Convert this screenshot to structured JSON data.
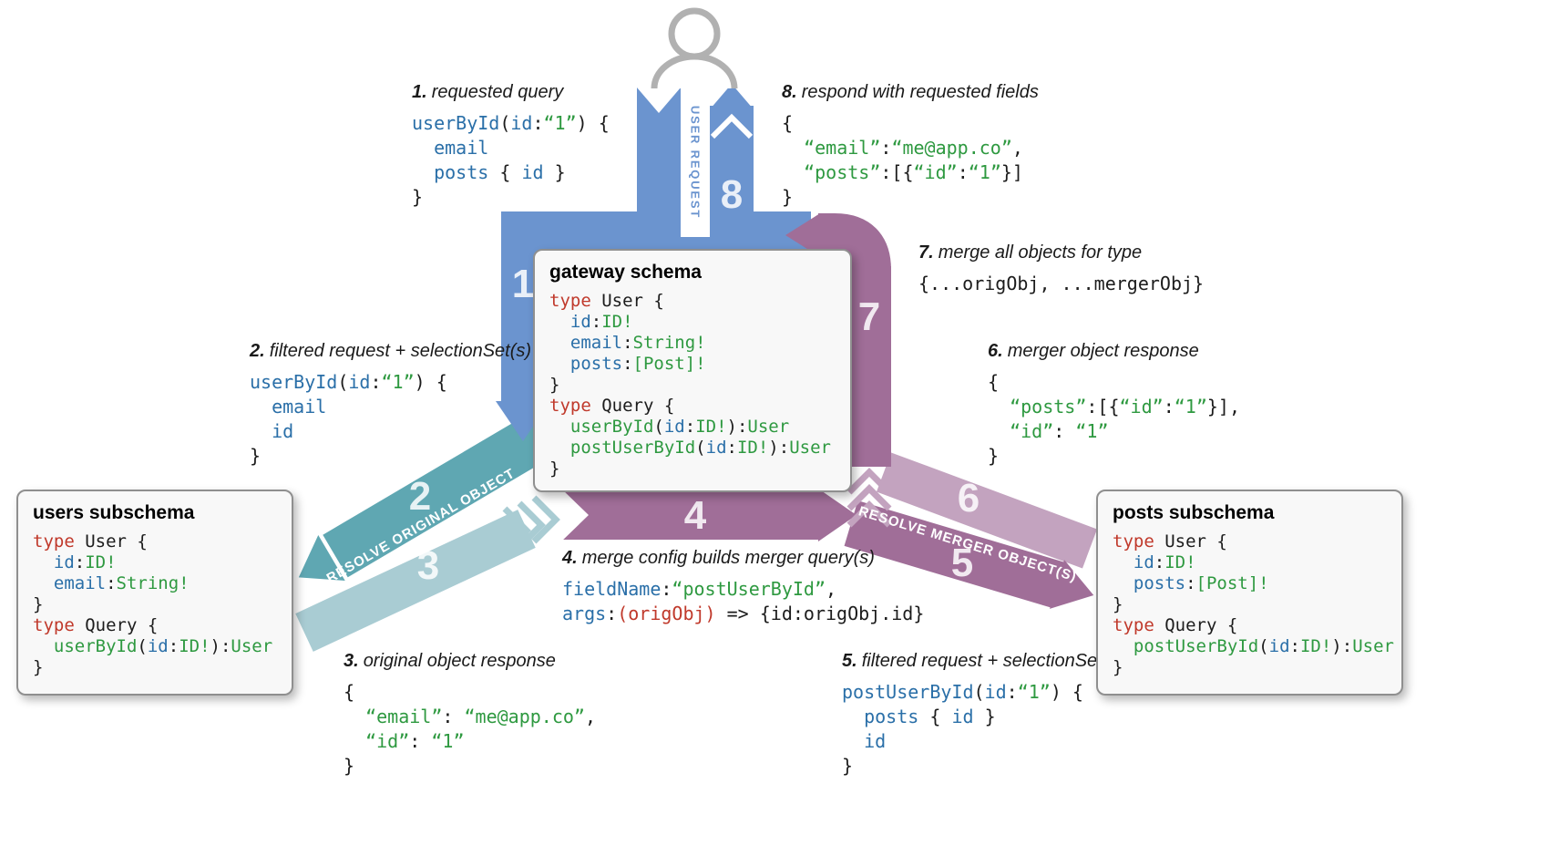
{
  "steps": [
    "1",
    "2",
    "3",
    "4",
    "5",
    "6",
    "7",
    "8"
  ],
  "band_labels": {
    "user_request": "USER REQUEST",
    "resolve_original": "RESOLVE ORIGINAL OBJECT",
    "resolve_merger": "RESOLVE MERGER OBJECT(S)"
  },
  "colors": {
    "blue_band": "#6b94cf",
    "teal_band": "#5fa7b2",
    "teal_band_light": "#a9ccd3",
    "purple_band": "#a06e98",
    "purple_band_light": "#c3a3bf",
    "code_blue": "#2a6fa8",
    "code_green": "#2e9940",
    "code_red": "#c0392b"
  },
  "gateway": {
    "title": "gateway schema",
    "code": [
      [
        [
          "r",
          "type"
        ],
        [
          "k",
          " User {"
        ]
      ],
      [
        [
          "k",
          "  "
        ],
        [
          "b",
          "id"
        ],
        [
          "k",
          ":"
        ],
        [
          "g",
          "ID!"
        ]
      ],
      [
        [
          "k",
          "  "
        ],
        [
          "b",
          "email"
        ],
        [
          "k",
          ":"
        ],
        [
          "g",
          "String!"
        ]
      ],
      [
        [
          "k",
          "  "
        ],
        [
          "b",
          "posts"
        ],
        [
          "k",
          ":"
        ],
        [
          "g",
          "[Post]!"
        ]
      ],
      [
        [
          "k",
          "}"
        ]
      ],
      [
        [
          "r",
          "type"
        ],
        [
          "k",
          " Query {"
        ]
      ],
      [
        [
          "k",
          "  "
        ],
        [
          "g",
          "userById"
        ],
        [
          "k",
          "("
        ],
        [
          "b",
          "id"
        ],
        [
          "k",
          ":"
        ],
        [
          "g",
          "ID!"
        ],
        [
          "k",
          "):"
        ],
        [
          "g",
          "User"
        ]
      ],
      [
        [
          "k",
          "  "
        ],
        [
          "g",
          "postUserById"
        ],
        [
          "k",
          "("
        ],
        [
          "b",
          "id"
        ],
        [
          "k",
          ":"
        ],
        [
          "g",
          "ID!"
        ],
        [
          "k",
          "):"
        ],
        [
          "g",
          "User"
        ]
      ],
      [
        [
          "k",
          "}"
        ]
      ]
    ]
  },
  "users_subschema": {
    "title": "users subschema",
    "code": [
      [
        [
          "r",
          "type"
        ],
        [
          "k",
          " User {"
        ]
      ],
      [
        [
          "k",
          "  "
        ],
        [
          "b",
          "id"
        ],
        [
          "k",
          ":"
        ],
        [
          "g",
          "ID!"
        ]
      ],
      [
        [
          "k",
          "  "
        ],
        [
          "b",
          "email"
        ],
        [
          "k",
          ":"
        ],
        [
          "g",
          "String!"
        ]
      ],
      [
        [
          "k",
          "}"
        ]
      ],
      [
        [
          "r",
          "type"
        ],
        [
          "k",
          " Query {"
        ]
      ],
      [
        [
          "k",
          "  "
        ],
        [
          "g",
          "userById"
        ],
        [
          "k",
          "("
        ],
        [
          "b",
          "id"
        ],
        [
          "k",
          ":"
        ],
        [
          "g",
          "ID!"
        ],
        [
          "k",
          "):"
        ],
        [
          "g",
          "User"
        ]
      ],
      [
        [
          "k",
          "}"
        ]
      ]
    ]
  },
  "posts_subschema": {
    "title": "posts subschema",
    "code": [
      [
        [
          "r",
          "type"
        ],
        [
          "k",
          " User {"
        ]
      ],
      [
        [
          "k",
          "  "
        ],
        [
          "b",
          "id"
        ],
        [
          "k",
          ":"
        ],
        [
          "g",
          "ID!"
        ]
      ],
      [
        [
          "k",
          "  "
        ],
        [
          "b",
          "posts"
        ],
        [
          "k",
          ":"
        ],
        [
          "g",
          "[Post]!"
        ]
      ],
      [
        [
          "k",
          "}"
        ]
      ],
      [
        [
          "r",
          "type"
        ],
        [
          "k",
          " Query {"
        ]
      ],
      [
        [
          "k",
          "  "
        ],
        [
          "g",
          "postUserById"
        ],
        [
          "k",
          "("
        ],
        [
          "b",
          "id"
        ],
        [
          "k",
          ":"
        ],
        [
          "g",
          "ID!"
        ],
        [
          "k",
          "):"
        ],
        [
          "g",
          "User"
        ]
      ],
      [
        [
          "k",
          "}"
        ]
      ]
    ]
  },
  "annotations": [
    {
      "num": "1.",
      "label": "requested query",
      "code": [
        [
          [
            "b",
            "userById"
          ],
          [
            "k",
            "("
          ],
          [
            "b",
            "id"
          ],
          [
            "k",
            ":"
          ],
          [
            "g",
            "“1”"
          ],
          [
            "k",
            ") {"
          ]
        ],
        [
          [
            "k",
            "  "
          ],
          [
            "b",
            "email"
          ]
        ],
        [
          [
            "k",
            "  "
          ],
          [
            "b",
            "posts"
          ],
          [
            "k",
            " { "
          ],
          [
            "b",
            "id"
          ],
          [
            "k",
            " }"
          ]
        ],
        [
          [
            "k",
            "}"
          ]
        ]
      ]
    },
    {
      "num": "2.",
      "label": "filtered request + selectionSet(s)",
      "code": [
        [
          [
            "b",
            "userById"
          ],
          [
            "k",
            "("
          ],
          [
            "b",
            "id"
          ],
          [
            "k",
            ":"
          ],
          [
            "g",
            "“1”"
          ],
          [
            "k",
            ") {"
          ]
        ],
        [
          [
            "k",
            "  "
          ],
          [
            "b",
            "email"
          ]
        ],
        [
          [
            "k",
            "  "
          ],
          [
            "b",
            "id"
          ]
        ],
        [
          [
            "k",
            "}"
          ]
        ]
      ]
    },
    {
      "num": "3.",
      "label": "original object response",
      "code": [
        [
          [
            "k",
            "{"
          ]
        ],
        [
          [
            "k",
            "  "
          ],
          [
            "g",
            "“email”"
          ],
          [
            "k",
            ": "
          ],
          [
            "g",
            "“me@app.co”"
          ],
          [
            "k",
            ","
          ]
        ],
        [
          [
            "k",
            "  "
          ],
          [
            "g",
            "“id”"
          ],
          [
            "k",
            ": "
          ],
          [
            "g",
            "“1”"
          ]
        ],
        [
          [
            "k",
            "}"
          ]
        ]
      ]
    },
    {
      "num": "4.",
      "label": "merge config builds merger query(s)",
      "code": [
        [
          [
            "b",
            "fieldName"
          ],
          [
            "k",
            ":"
          ],
          [
            "g",
            "“postUserById”"
          ],
          [
            "k",
            ","
          ]
        ],
        [
          [
            "b",
            "args"
          ],
          [
            "k",
            ":"
          ],
          [
            "r",
            "(origObj)"
          ],
          [
            "k",
            " => {id:origObj.id}"
          ]
        ]
      ]
    },
    {
      "num": "5.",
      "label": "filtered request + selectionSet(s)",
      "code": [
        [
          [
            "b",
            "postUserById"
          ],
          [
            "k",
            "("
          ],
          [
            "b",
            "id"
          ],
          [
            "k",
            ":"
          ],
          [
            "g",
            "“1”"
          ],
          [
            "k",
            ") {"
          ]
        ],
        [
          [
            "k",
            "  "
          ],
          [
            "b",
            "posts"
          ],
          [
            "k",
            " { "
          ],
          [
            "b",
            "id"
          ],
          [
            "k",
            " }"
          ]
        ],
        [
          [
            "k",
            "  "
          ],
          [
            "b",
            "id"
          ]
        ],
        [
          [
            "k",
            "}"
          ]
        ]
      ]
    },
    {
      "num": "6.",
      "label": "merger object response",
      "code": [
        [
          [
            "k",
            "{"
          ]
        ],
        [
          [
            "k",
            "  "
          ],
          [
            "g",
            "“posts”"
          ],
          [
            "k",
            ":[{"
          ],
          [
            "g",
            "“id”"
          ],
          [
            "k",
            ":"
          ],
          [
            "g",
            "“1”"
          ],
          [
            "k",
            "}],"
          ]
        ],
        [
          [
            "k",
            "  "
          ],
          [
            "g",
            "“id”"
          ],
          [
            "k",
            ": "
          ],
          [
            "g",
            "“1”"
          ]
        ],
        [
          [
            "k",
            "}"
          ]
        ]
      ]
    },
    {
      "num": "7.",
      "label": "merge all objects for type",
      "code": [
        [
          [
            "k",
            "{...origObj, ...mergerObj}"
          ]
        ]
      ]
    },
    {
      "num": "8.",
      "label": "respond with requested fields",
      "code": [
        [
          [
            "k",
            "{"
          ]
        ],
        [
          [
            "k",
            "  "
          ],
          [
            "g",
            "“email”"
          ],
          [
            "k",
            ":"
          ],
          [
            "g",
            "“me@app.co”"
          ],
          [
            "k",
            ","
          ]
        ],
        [
          [
            "k",
            "  "
          ],
          [
            "g",
            "“posts”"
          ],
          [
            "k",
            ":[{"
          ],
          [
            "g",
            "“id”"
          ],
          [
            "k",
            ":"
          ],
          [
            "g",
            "“1”"
          ],
          [
            "k",
            "}]"
          ]
        ],
        [
          [
            "k",
            "}"
          ]
        ]
      ]
    }
  ]
}
